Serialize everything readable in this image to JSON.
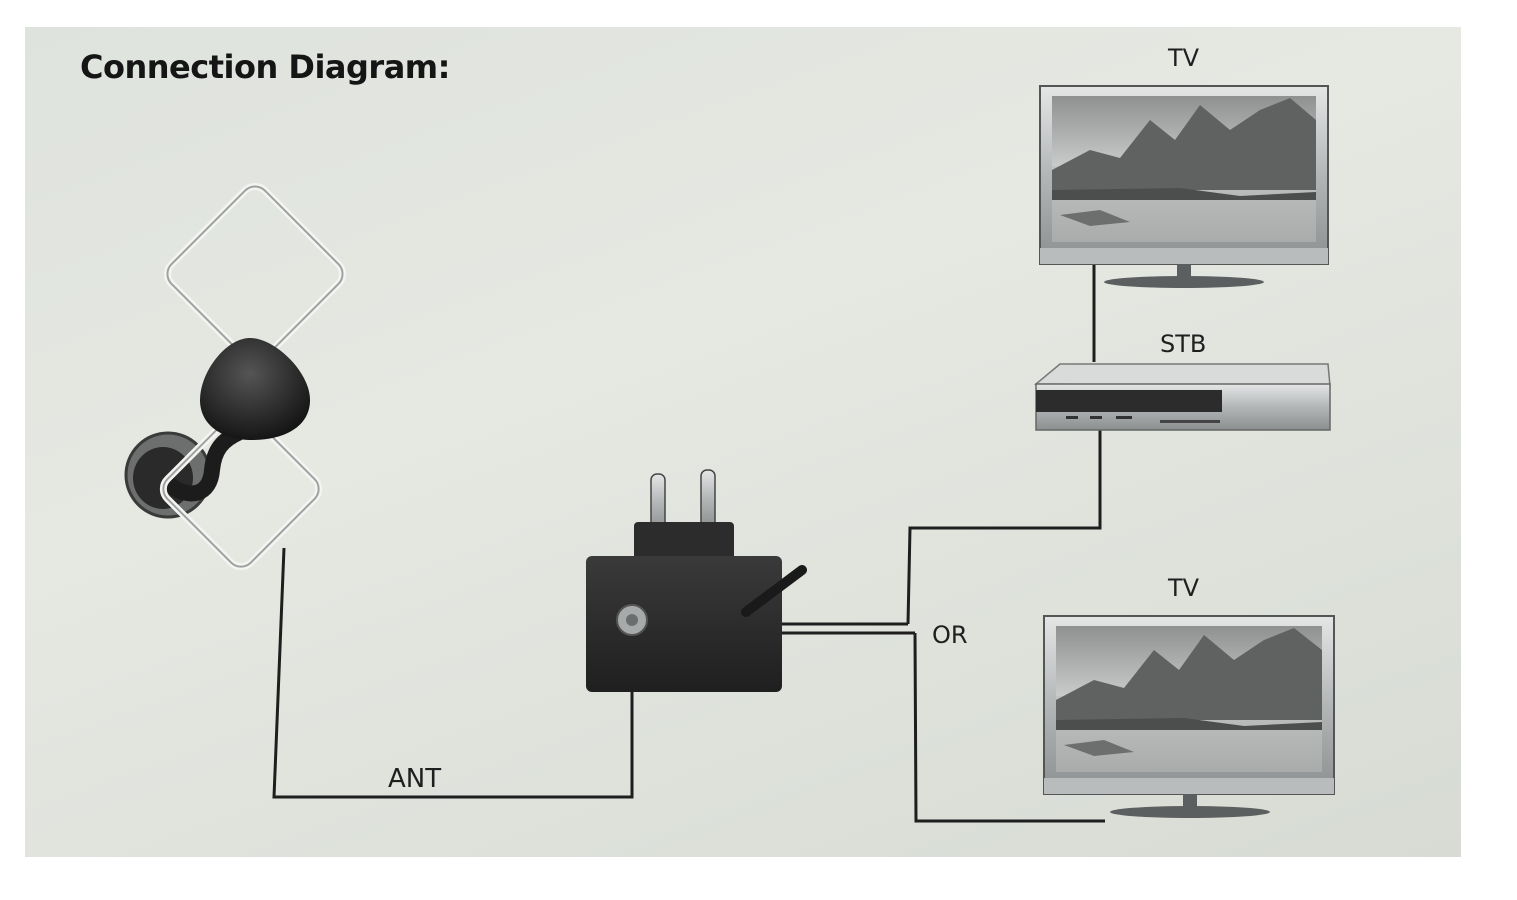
{
  "title": "Connection Diagram:",
  "labels": {
    "tv_top": "TV",
    "stb": "STB",
    "tv_bottom": "TV",
    "or": "OR",
    "ant": "ANT"
  },
  "icons": [
    "indoor-antenna-icon",
    "power-adapter-icon",
    "television-icon",
    "set-top-box-icon"
  ],
  "colors": {
    "background": "#e3e6e0",
    "cable": "#1e1e1e",
    "device_dark": "#242424",
    "device_silver": "#b9bcbd"
  }
}
